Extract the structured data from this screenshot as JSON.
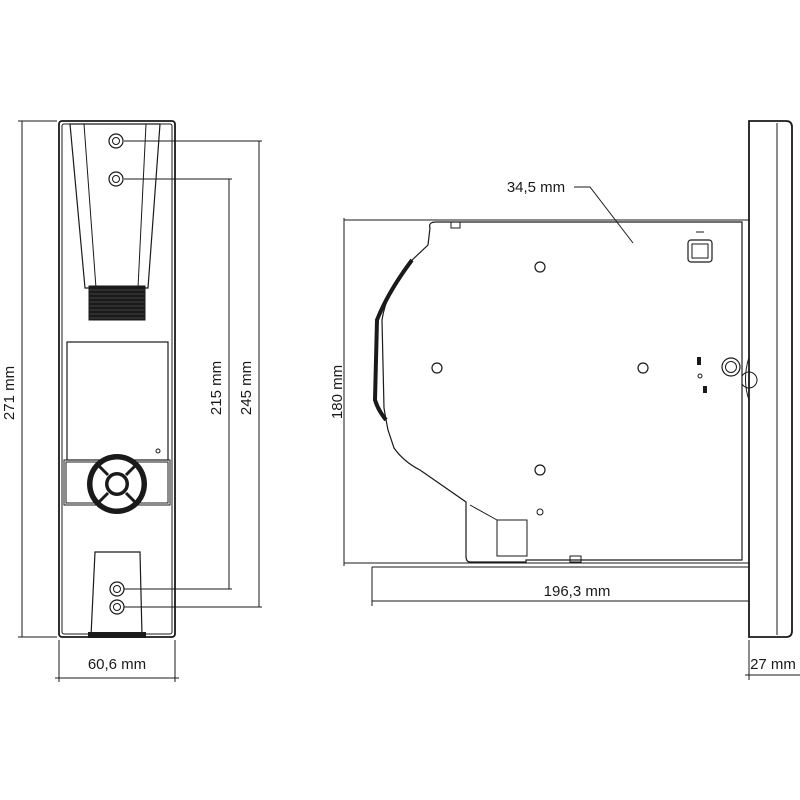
{
  "front_view": {
    "height_label": "271 mm",
    "total_spacing_label": "245 mm",
    "hole_spacing_label": "215 mm",
    "width_label": "60,6 mm"
  },
  "side_view": {
    "depth_label": "34,5 mm",
    "height_label": "180 mm",
    "length_label": "196,3 mm",
    "cover_depth_label": "27 mm"
  },
  "colors": {
    "line": "#1a1a1a",
    "dark_fill": "#1a1a1a",
    "background": "#ffffff"
  }
}
